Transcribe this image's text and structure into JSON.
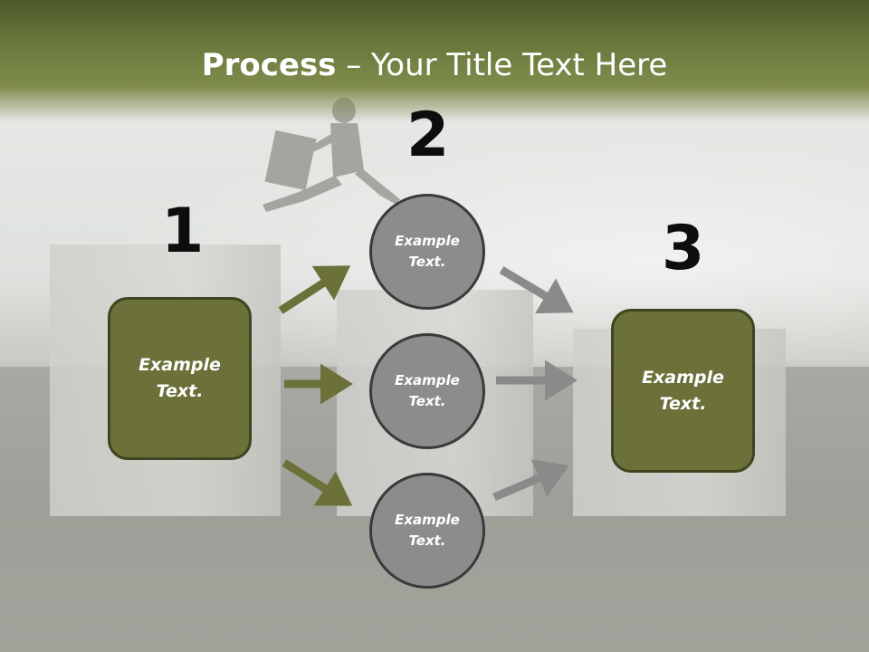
{
  "title": {
    "bold": "Process",
    "rest": " – Your Title Text Here"
  },
  "steps": {
    "one": "1",
    "two": "2",
    "three": "3"
  },
  "left_box": {
    "line1": "Example",
    "line2": "Text."
  },
  "right_box": {
    "line1": "Example",
    "line2": "Text."
  },
  "circles": [
    {
      "line1": "Example",
      "line2": "Text."
    },
    {
      "line1": "Example",
      "line2": "Text."
    },
    {
      "line1": "Example",
      "line2": "Text."
    }
  ],
  "colors": {
    "olive": "#6b7139",
    "arrow_gray": "#8a8a8a",
    "header": "#6a7a3c"
  }
}
